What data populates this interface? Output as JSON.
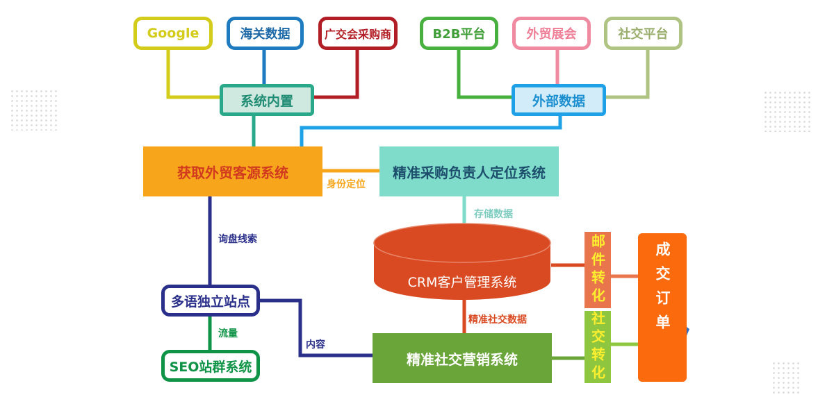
{
  "colors": {
    "google": "#d4cc1a",
    "customs": "#1e7bbf",
    "canton": "#b21e25",
    "b2b": "#47b03e",
    "expo": "#ef8aa0",
    "social_platform": "#afc382",
    "builtin": "#2aa88a",
    "external": "#1ea1e6",
    "acquire": "#f7a61c",
    "locate": "#7fdccb",
    "crm": "#d94a22",
    "social_marketing": "#6aa539",
    "site": "#2a2f8a",
    "seo": "#0f9447",
    "mail_conv": "#e8754b",
    "social_conv": "#8ec63f",
    "deal": "#fb6a0d"
  },
  "sources": {
    "google": "Google",
    "customs": "海关数据",
    "canton": "广交会采购商",
    "b2b": "B2B平台",
    "expo": "外贸展会",
    "social_platform": "社交平台"
  },
  "groups": {
    "builtin": "系统内置",
    "external": "外部数据"
  },
  "systems": {
    "acquire": "获取外贸客源系统",
    "locate": "精准采购负责人定位系统",
    "crm": "CRM客户管理系统",
    "social_marketing": "精准社交营销系统",
    "site": "多语独立站点",
    "seo": "SEO站群系统"
  },
  "conversions": {
    "mail": "邮件转化",
    "social": "社交转化",
    "deal": "成交订单"
  },
  "edge_labels": {
    "identity": "身份定位",
    "store": "存储数据",
    "inquiry": "询盘线索",
    "traffic": "流量",
    "content": "内容",
    "social_data": "精准社交数据"
  }
}
